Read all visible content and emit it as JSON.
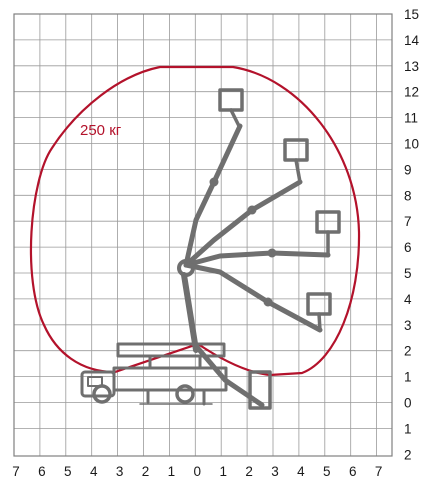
{
  "diagram": {
    "load_label": "250 кг",
    "y_ticks": [
      "15",
      "14",
      "13",
      "12",
      "11",
      "10",
      "9",
      "8",
      "7",
      "6",
      "5",
      "4",
      "3",
      "2",
      "1",
      "0",
      "1",
      "2"
    ],
    "x_ticks": [
      "7",
      "6",
      "5",
      "4",
      "3",
      "2",
      "1",
      "0",
      "1",
      "2",
      "3",
      "4",
      "5",
      "6",
      "7"
    ],
    "colors": {
      "envelope": "#b3122b",
      "grid": "#9a9a9a",
      "machine": "#6f6f6f",
      "machine_dark": "#555555"
    },
    "boom_positions": [
      {
        "name": "boom-position-vertical"
      },
      {
        "name": "boom-position-upper"
      },
      {
        "name": "boom-position-horizontal"
      },
      {
        "name": "boom-position-lower"
      },
      {
        "name": "boom-position-below-ground"
      }
    ]
  }
}
